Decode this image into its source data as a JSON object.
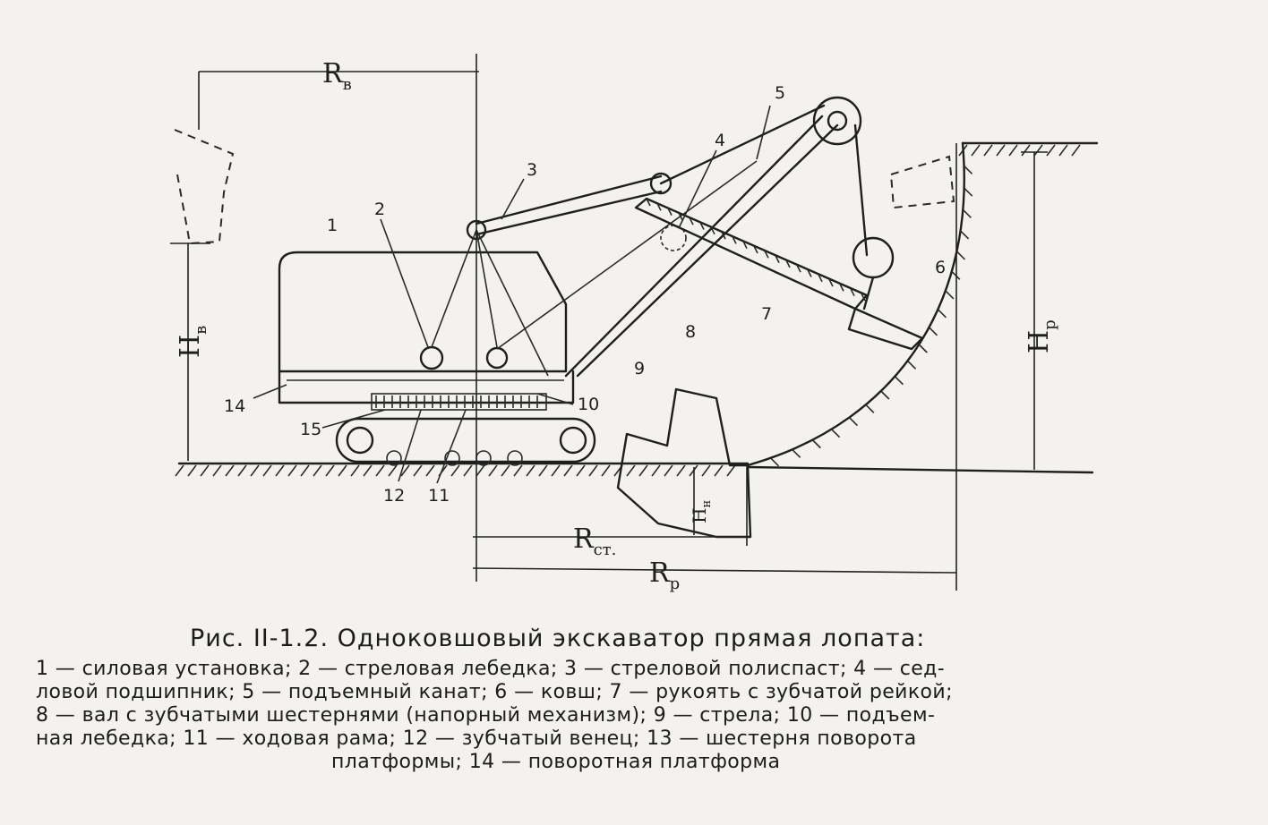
{
  "diagram": {
    "part_labels": [
      "1",
      "2",
      "3",
      "4",
      "5",
      "6",
      "7",
      "8",
      "9",
      "10",
      "12",
      "11",
      "14",
      "15"
    ],
    "dimension_labels": {
      "rv": "R",
      "rv_sub": "в",
      "rst": "R",
      "rst_sub": "ст.",
      "rp": "R",
      "rp_sub": "р",
      "hv": "Н",
      "hv_sub": "в",
      "hr": "Н",
      "hr_sub": "р",
      "hn": "Н",
      "hn_sub": "н"
    }
  },
  "caption": {
    "title": "Рис. II-1.2. Одноковшовый экскаватор прямая лопата:",
    "lines": [
      "1 — силовая установка; 2 — стреловая лебедка; 3 — стреловой полиспаст; 4 — сед-",
      "ловой подшипник; 5 — подъемный канат; 6 — ковш; 7 — рукоять с зубчатой рейкой;",
      "8 — вал с зубчатыми шестернями (напорный механизм); 9 — стрела; 10 — подъем-",
      "ная лебедка; 11 — ходовая рама; 12 — зубчатый венец; 13 — шестерня поворота",
      "платформы; 14 — поворотная платформа"
    ]
  }
}
